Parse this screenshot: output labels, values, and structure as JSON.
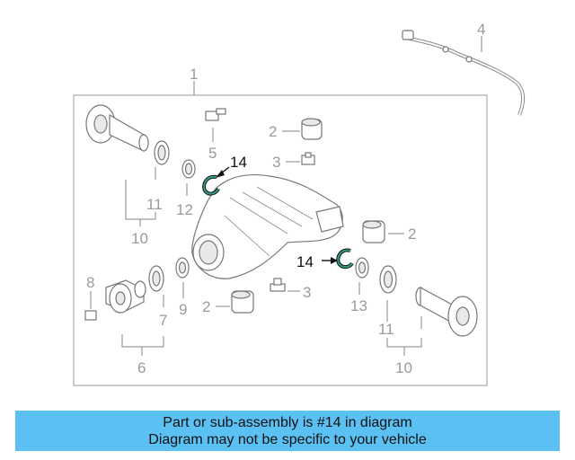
{
  "callouts": {
    "c1": "1",
    "c2a": "2",
    "c2b": "2",
    "c2c": "2",
    "c3a": "3",
    "c3b": "3",
    "c4": "4",
    "c5": "5",
    "c6": "6",
    "c7": "7",
    "c8": "8",
    "c9": "9",
    "c10a": "10",
    "c10b": "10",
    "c11a": "11",
    "c11b": "11",
    "c12": "12",
    "c13": "13",
    "c14a": "14",
    "c14b": "14"
  },
  "highlight_color": "#2e9e88",
  "banner": {
    "line1": "Part or sub-assembly is #14 in diagram",
    "line2": "Diagram may not be specific to your vehicle",
    "color": "#5bc0f2"
  }
}
